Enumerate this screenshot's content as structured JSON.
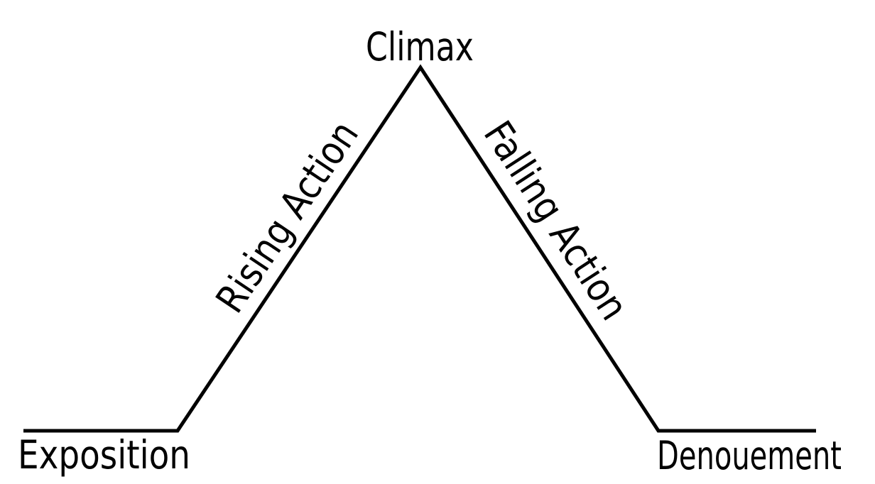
{
  "diagram": {
    "type": "plot-structure-pyramid",
    "labels": {
      "climax": "Climax",
      "rising_action": "Rising Action",
      "falling_action": "Falling Action",
      "exposition": "Exposition",
      "denouement": "Denouement"
    },
    "sequence": [
      "Exposition",
      "Rising Action",
      "Climax",
      "Falling Action",
      "Denouement"
    ],
    "line_color": "#000000",
    "text_color": "#000000",
    "background_color": "#ffffff"
  }
}
